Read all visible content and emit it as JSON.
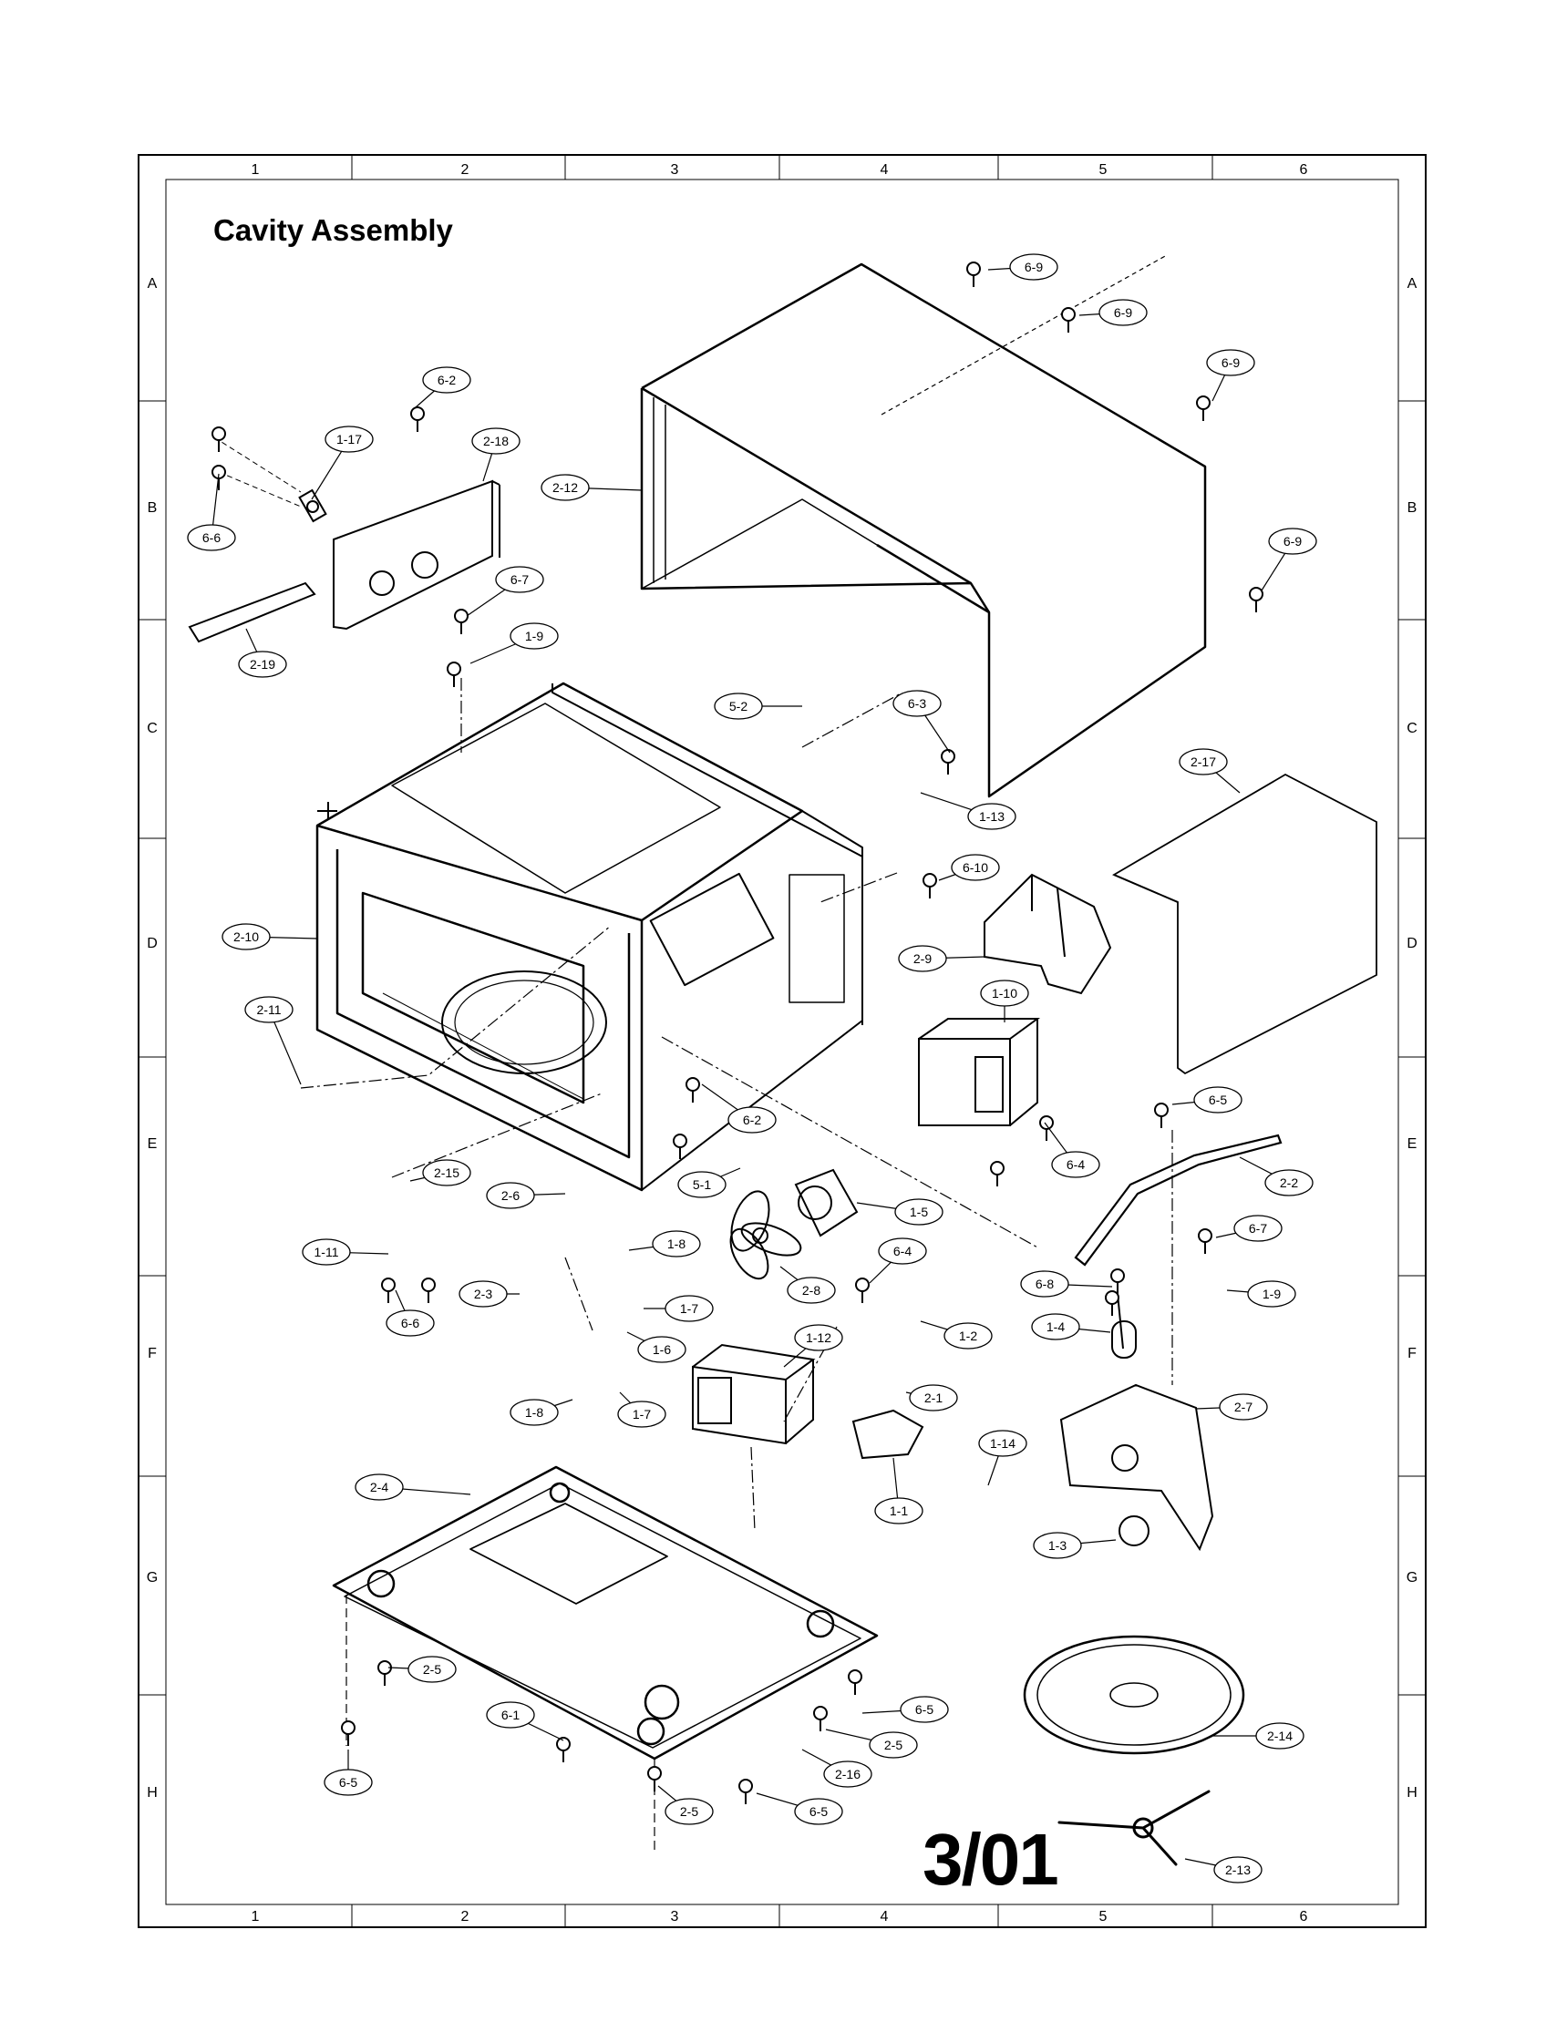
{
  "title": "Cavity Assembly",
  "page_number": "3/01",
  "grid": {
    "columns": [
      "1",
      "2",
      "3",
      "4",
      "5",
      "6"
    ],
    "rows": [
      "A",
      "B",
      "C",
      "D",
      "E",
      "F",
      "G",
      "H"
    ]
  },
  "callouts": [
    {
      "id": "c69a",
      "label": "6-9"
    },
    {
      "id": "c69b",
      "label": "6-9"
    },
    {
      "id": "c69c",
      "label": "6-9"
    },
    {
      "id": "c69d",
      "label": "6-9"
    },
    {
      "id": "c62a",
      "label": "6-2"
    },
    {
      "id": "c117",
      "label": "1-17"
    },
    {
      "id": "c218",
      "label": "2-18"
    },
    {
      "id": "c212",
      "label": "2-12"
    },
    {
      "id": "c66a",
      "label": "6-6"
    },
    {
      "id": "c67a",
      "label": "6-7"
    },
    {
      "id": "c19a",
      "label": "1-9"
    },
    {
      "id": "c219",
      "label": "2-19"
    },
    {
      "id": "c52",
      "label": "5-2"
    },
    {
      "id": "c63",
      "label": "6-3"
    },
    {
      "id": "c113",
      "label": "1-13"
    },
    {
      "id": "c217",
      "label": "2-17"
    },
    {
      "id": "c610",
      "label": "6-10"
    },
    {
      "id": "c210",
      "label": "2-10"
    },
    {
      "id": "c29",
      "label": "2-9"
    },
    {
      "id": "c211",
      "label": "2-11"
    },
    {
      "id": "c110",
      "label": "1-10"
    },
    {
      "id": "c65a",
      "label": "6-5"
    },
    {
      "id": "c62b",
      "label": "6-2"
    },
    {
      "id": "c64a",
      "label": "6-4"
    },
    {
      "id": "c22",
      "label": "2-2"
    },
    {
      "id": "c215",
      "label": "2-15"
    },
    {
      "id": "c51",
      "label": "5-1"
    },
    {
      "id": "c26",
      "label": "2-6"
    },
    {
      "id": "c15",
      "label": "1-5"
    },
    {
      "id": "c111",
      "label": "1-11"
    },
    {
      "id": "c18a",
      "label": "1-8"
    },
    {
      "id": "c64b",
      "label": "6-4"
    },
    {
      "id": "c67b",
      "label": "6-7"
    },
    {
      "id": "c23",
      "label": "2-3"
    },
    {
      "id": "c17a",
      "label": "1-7"
    },
    {
      "id": "c28",
      "label": "2-8"
    },
    {
      "id": "c68",
      "label": "6-8"
    },
    {
      "id": "c19b",
      "label": "1-9"
    },
    {
      "id": "c66b",
      "label": "6-6"
    },
    {
      "id": "c16",
      "label": "1-6"
    },
    {
      "id": "c112",
      "label": "1-12"
    },
    {
      "id": "c12",
      "label": "1-2"
    },
    {
      "id": "c14",
      "label": "1-4"
    },
    {
      "id": "c21",
      "label": "2-1"
    },
    {
      "id": "c18b",
      "label": "1-8"
    },
    {
      "id": "c17b",
      "label": "1-7"
    },
    {
      "id": "c27",
      "label": "2-7"
    },
    {
      "id": "c114",
      "label": "1-14"
    },
    {
      "id": "c24",
      "label": "2-4"
    },
    {
      "id": "c11",
      "label": "1-1"
    },
    {
      "id": "c13",
      "label": "1-3"
    },
    {
      "id": "c25a",
      "label": "2-5"
    },
    {
      "id": "c65b",
      "label": "6-5"
    },
    {
      "id": "c61",
      "label": "6-1"
    },
    {
      "id": "c25b",
      "label": "2-5"
    },
    {
      "id": "c214",
      "label": "2-14"
    },
    {
      "id": "c65c",
      "label": "6-5"
    },
    {
      "id": "c216",
      "label": "2-16"
    },
    {
      "id": "c25c",
      "label": "2-5"
    },
    {
      "id": "c65d",
      "label": "6-5"
    },
    {
      "id": "c213",
      "label": "2-13"
    }
  ]
}
